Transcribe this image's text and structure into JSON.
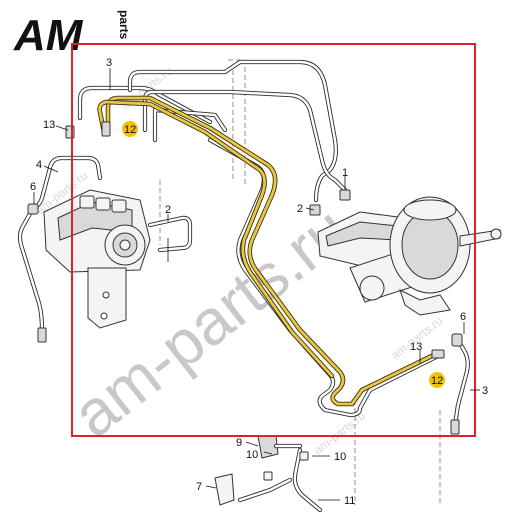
{
  "logo": {
    "brand_text": "AM",
    "suffix_text": "parts"
  },
  "watermark": {
    "main": "am-parts.ru",
    "small": "am-parts.ru"
  },
  "callouts": {
    "c3_top": "3",
    "c13_left": "13",
    "c12_top": "12",
    "c4": "4",
    "c6_left": "6",
    "c2_mid": "2",
    "c1": "1",
    "c2_right": "2",
    "c6_right": "6",
    "c13_right": "13",
    "c12_right": "12",
    "c3_right": "3",
    "c9": "9",
    "c10_a": "10",
    "c10_b": "10",
    "c7": "7",
    "c11": "11"
  },
  "colors": {
    "frame": "#e0202a",
    "highlight_pipe": "#e8c64a",
    "badge": "#f2c200"
  }
}
